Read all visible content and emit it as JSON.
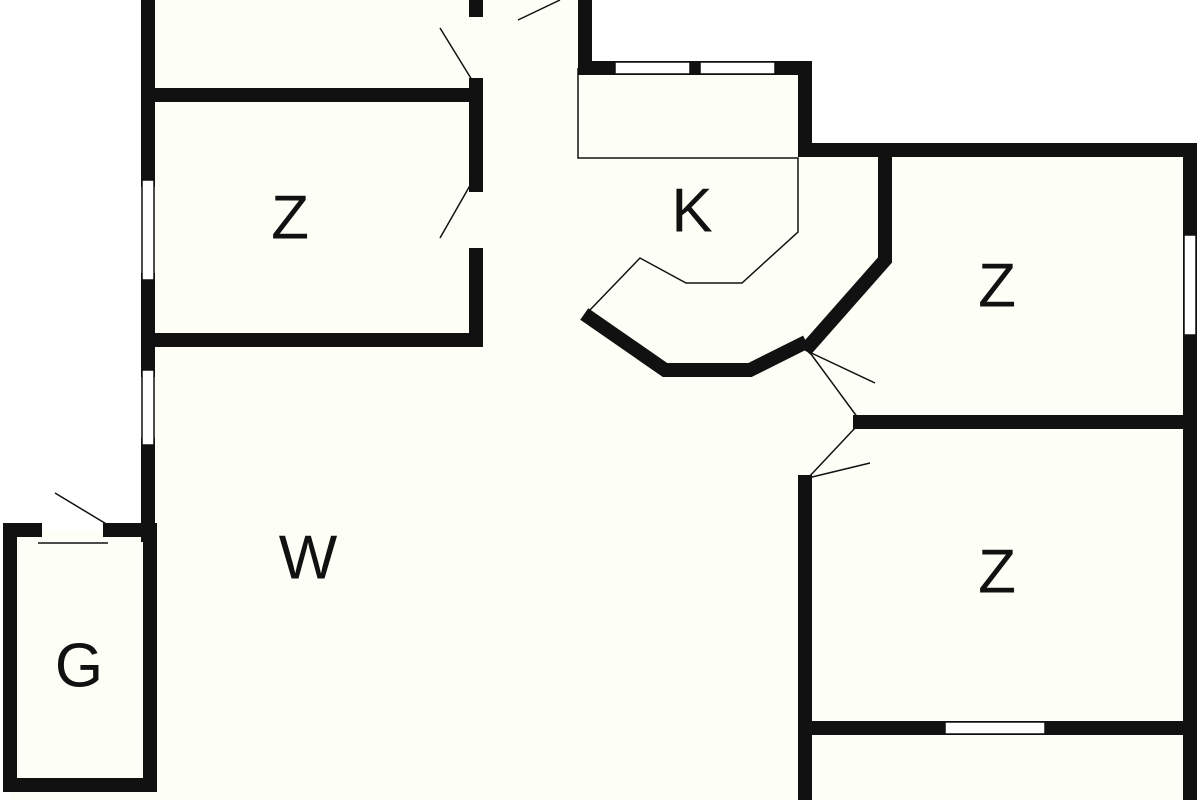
{
  "floorplan": {
    "colors": {
      "floor": "#fdfff6",
      "wall": "#111111",
      "background": "#ffffff"
    },
    "rooms": [
      {
        "id": "bedroom-top-left",
        "label": "Z"
      },
      {
        "id": "kitchen",
        "label": "K"
      },
      {
        "id": "bedroom-right-upper",
        "label": "Z"
      },
      {
        "id": "bedroom-right-lower",
        "label": "Z"
      },
      {
        "id": "living-room",
        "label": "W"
      },
      {
        "id": "storage",
        "label": "G"
      }
    ]
  }
}
